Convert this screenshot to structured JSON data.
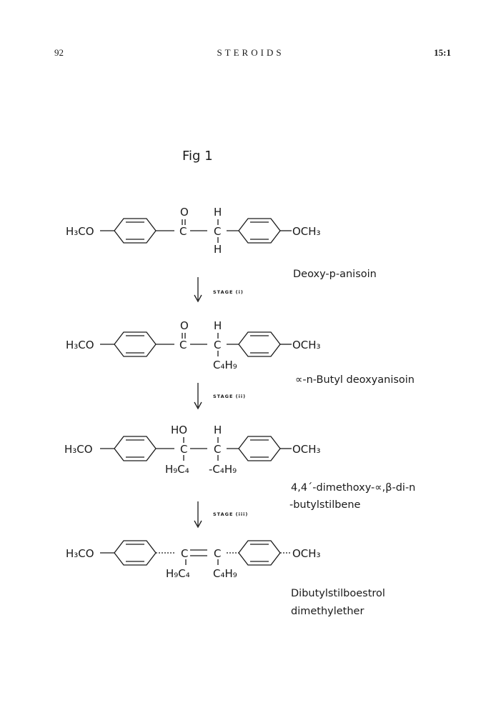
{
  "header": {
    "page_number": "92",
    "running_title": "STEROIDS",
    "section": "15:1"
  },
  "figure": {
    "title": "Fig 1"
  },
  "scheme": {
    "compounds": [
      {
        "name_lines": [
          "Deoxy-p-anisoin"
        ]
      },
      {
        "name_lines": [
          "∝-n-Butyl deoxyanisoin"
        ]
      },
      {
        "name_lines": [
          "4,4´-dimethoxy-∝,β-di-n",
          "-butylstilbene"
        ]
      },
      {
        "name_lines": [
          "Dibutylstilboestrol",
          "dimethylether"
        ]
      }
    ],
    "stages": [
      "STAGE (i)",
      "STAGE (ii)",
      "STAGE (iii)"
    ],
    "atoms": {
      "h3co": "H₃CO",
      "och3": "OCH₃",
      "o": "O",
      "h": "H",
      "c": "C",
      "ho": "HO",
      "c4h9": "C₄H₉",
      "neg_c4h9": "-C₄H₉",
      "h9c4": "H₉C₄"
    }
  }
}
